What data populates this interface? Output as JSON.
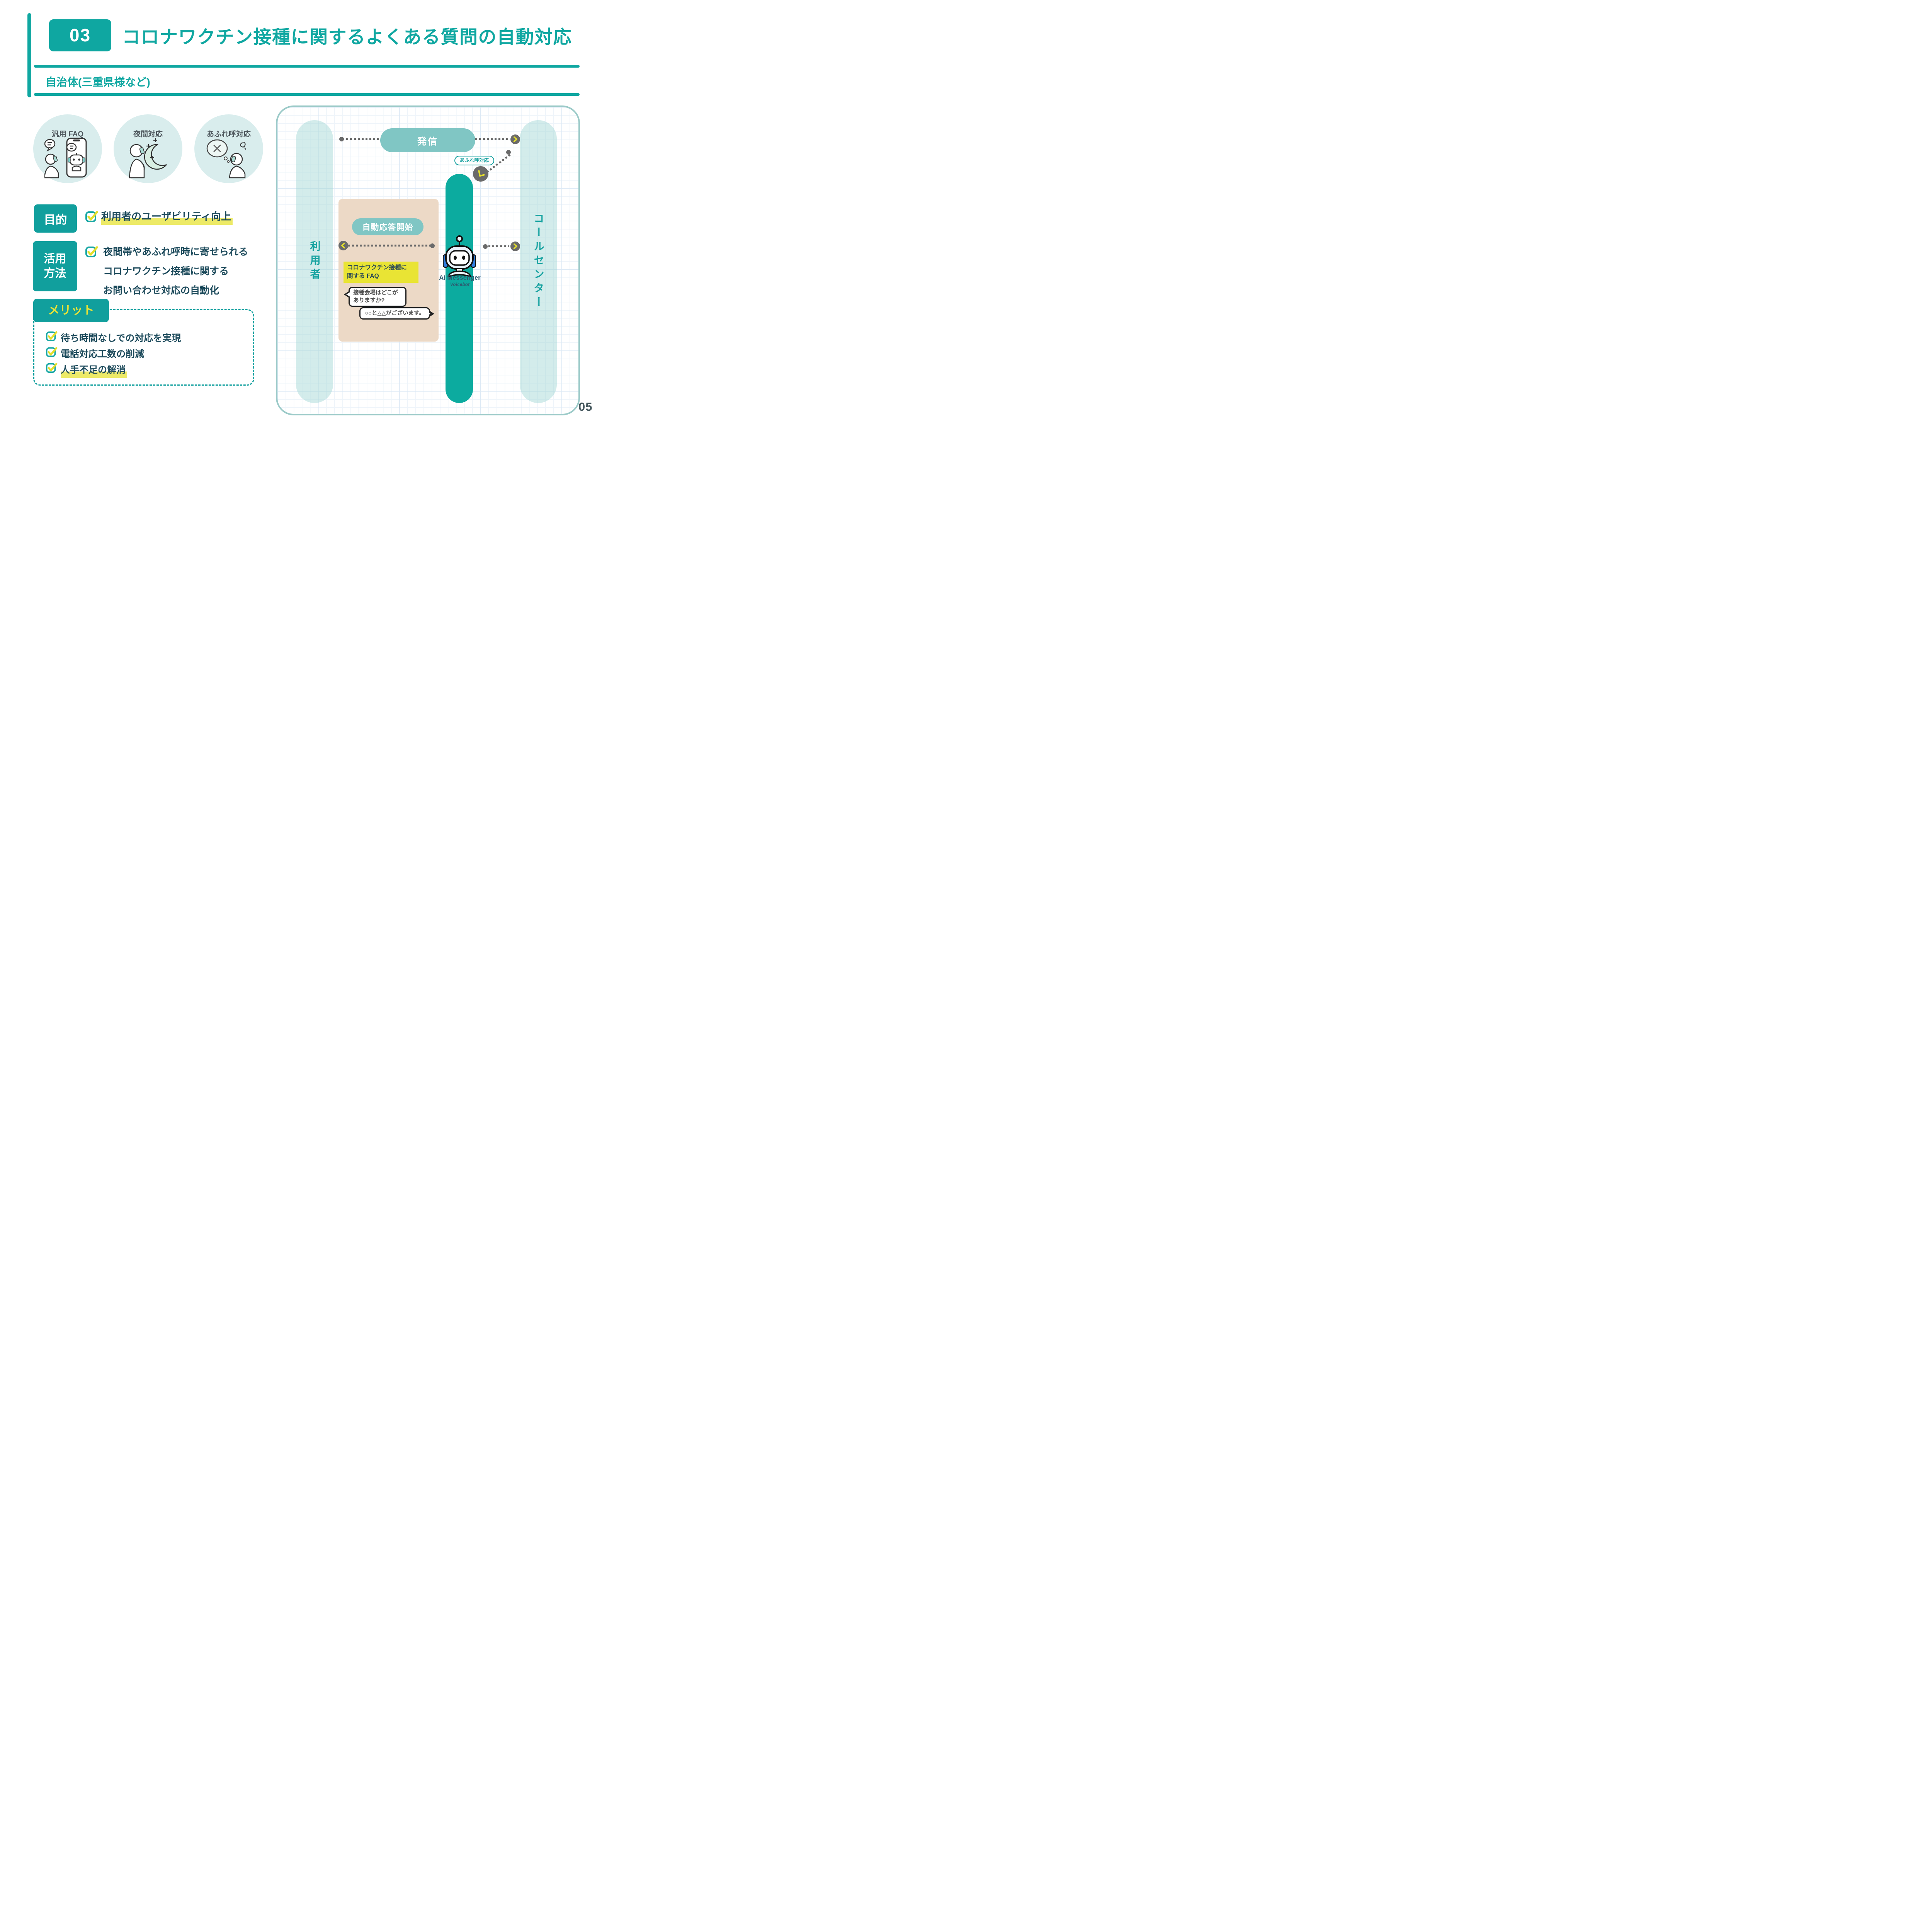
{
  "header": {
    "chapter": "03",
    "title": "コロナワクチン接種に関するよくある質問の自動対応",
    "subtitle": "自治体(三重県様など)"
  },
  "features": [
    {
      "label": "汎用 FAQ",
      "icon": "person-phone-bot-icon"
    },
    {
      "label": "夜間対応",
      "icon": "person-moon-icon"
    },
    {
      "label": "あふれ呼対応",
      "icon": "person-busy-call-icon"
    }
  ],
  "purpose": {
    "label": "目的",
    "item": "利用者のユーザビリティ向上"
  },
  "usage": {
    "label": "活用\n方法",
    "lines": [
      "夜間帯やあふれ呼時に寄せられる",
      "コロナワクチン接種に関する",
      "お問い合わせ対応の自動化"
    ]
  },
  "merit": {
    "label": "メリット",
    "items": [
      {
        "text": "待ち時間なしでの対応を実現",
        "highlight": false
      },
      {
        "text": "電話対応工数の削減",
        "highlight": false
      },
      {
        "text": "人手不足の解消",
        "highlight": true
      }
    ]
  },
  "diagram": {
    "left_lane": "利用者",
    "right_lane": "コールセンター",
    "outbound_label": "発信",
    "overflow_badge": "あふれ呼対応",
    "auto_answer_label": "自動応答開始",
    "faq_tag": "コロナワクチン接種に\n関する FAQ",
    "bot_name": "AI Messenger",
    "bot_sub": "Voicebot",
    "question_bubble": "接種会場はどこが\nありますか?",
    "answer_bubble": "○○と△△がございます。"
  },
  "page": {
    "number": "05"
  },
  "colors": {
    "accent_teal": "#0fa7a1",
    "muted_teal_pill": "#80c6c4",
    "light_circle": "#d9eded",
    "lane_fill": "#cde8e7",
    "bot_bar": "#0cab9f",
    "highlight_yellow": "#edea67",
    "check_yellow": "#e4df2b",
    "faq_tag_yellow": "#e9e434",
    "body_text": "#1c4a5b",
    "flow_gray": "#6a6a6a",
    "bot_label": "#2d5b70",
    "beige_panel": "#ecd9c6",
    "page_number": "#46585e"
  }
}
